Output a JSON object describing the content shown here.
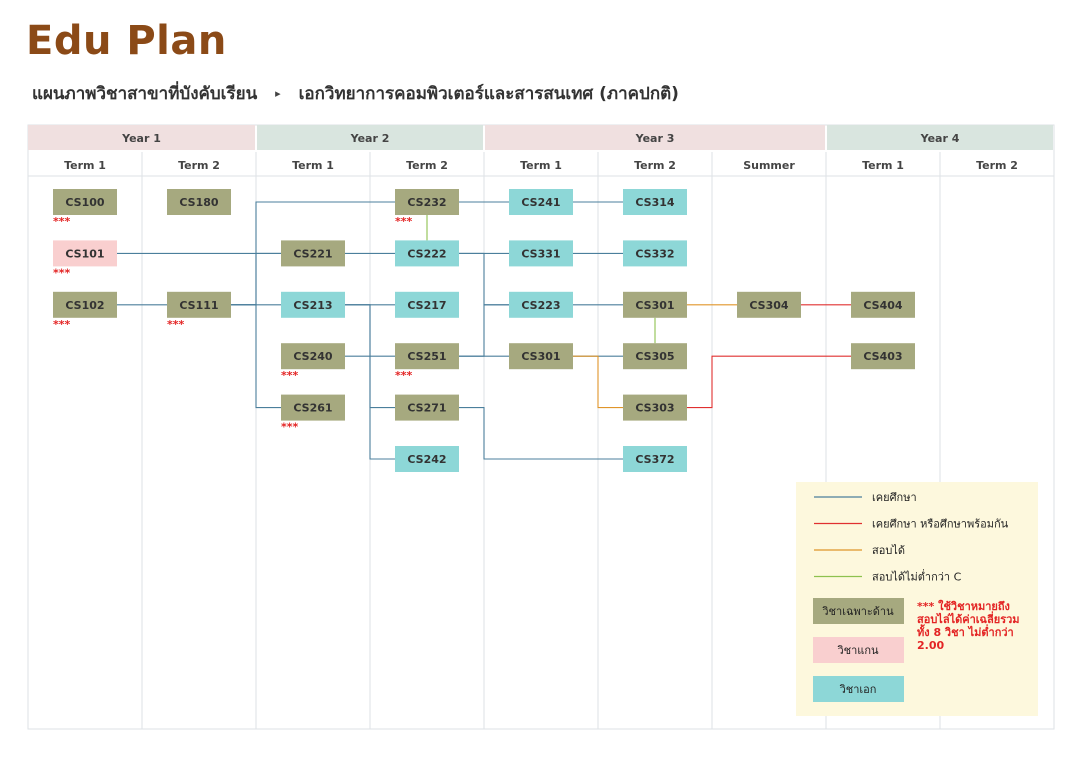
{
  "title": "Edu Plan",
  "breadcrumb": {
    "category": "แผนภาพวิชาสาขาที่บังคับเรียน",
    "separator": "▸",
    "program": "เอกวิทยาการคอมพิวเตอร์และสารสนเทศ (ภาคปกติ)"
  },
  "colors": {
    "specialized": "#a6a97f",
    "core": "#f9cfcf",
    "major": "#8dd7d7",
    "year_odd_bg": "#f0e0e0",
    "year_even_bg": "#d9e5df",
    "line_studied": "#4b7f9c",
    "line_concurrent": "#e03030",
    "line_passed": "#e0952a",
    "line_passed_c": "#8ec14f",
    "asterisk": "#e32424",
    "legend_bg": "#fdf8dd"
  },
  "years": [
    "Year 1",
    "Year 2",
    "Year 3",
    "Year 4"
  ],
  "terms": [
    "Term 1",
    "Term 2",
    "Term 1",
    "Term 2",
    "Term 1",
    "Term 2",
    "Summer",
    "Term 1",
    "Term 2"
  ],
  "courses": [
    {
      "id": "CS100",
      "col": 0,
      "row": 0,
      "type": "specialized",
      "asterisk": true
    },
    {
      "id": "CS180",
      "col": 1,
      "row": 0,
      "type": "specialized",
      "asterisk": false
    },
    {
      "id": "CS232",
      "col": 3,
      "row": 0,
      "type": "specialized",
      "asterisk": true
    },
    {
      "id": "CS241",
      "col": 4,
      "row": 0,
      "type": "major",
      "asterisk": false
    },
    {
      "id": "CS314",
      "col": 5,
      "row": 0,
      "type": "major",
      "asterisk": false
    },
    {
      "id": "CS101",
      "col": 0,
      "row": 1,
      "type": "core",
      "asterisk": true
    },
    {
      "id": "CS221",
      "col": 2,
      "row": 1,
      "type": "specialized",
      "asterisk": false
    },
    {
      "id": "CS222",
      "col": 3,
      "row": 1,
      "type": "major",
      "asterisk": false
    },
    {
      "id": "CS331",
      "col": 4,
      "row": 1,
      "type": "major",
      "asterisk": false
    },
    {
      "id": "CS332",
      "col": 5,
      "row": 1,
      "type": "major",
      "asterisk": false
    },
    {
      "id": "CS102",
      "col": 0,
      "row": 2,
      "type": "specialized",
      "asterisk": true
    },
    {
      "id": "CS111",
      "col": 1,
      "row": 2,
      "type": "specialized",
      "asterisk": true
    },
    {
      "id": "CS213",
      "col": 2,
      "row": 2,
      "type": "major",
      "asterisk": false
    },
    {
      "id": "CS217",
      "col": 3,
      "row": 2,
      "type": "major",
      "asterisk": false
    },
    {
      "id": "CS223",
      "col": 4,
      "row": 2,
      "type": "major",
      "asterisk": false
    },
    {
      "id": "CS301",
      "col": 5,
      "row": 2,
      "type": "specialized",
      "asterisk": false
    },
    {
      "id": "CS304",
      "col": 6,
      "row": 2,
      "type": "specialized",
      "asterisk": false
    },
    {
      "id": "CS404",
      "col": 7,
      "row": 2,
      "type": "specialized",
      "asterisk": false
    },
    {
      "id": "CS240",
      "col": 2,
      "row": 3,
      "type": "specialized",
      "asterisk": true
    },
    {
      "id": "CS251",
      "col": 3,
      "row": 3,
      "type": "specialized",
      "asterisk": true
    },
    {
      "id": "CS301",
      "col": 4,
      "row": 3,
      "type": "specialized",
      "asterisk": false
    },
    {
      "id": "CS305",
      "col": 5,
      "row": 3,
      "type": "specialized",
      "asterisk": false
    },
    {
      "id": "CS403",
      "col": 7,
      "row": 3,
      "type": "specialized",
      "asterisk": false
    },
    {
      "id": "CS261",
      "col": 2,
      "row": 4,
      "type": "specialized",
      "asterisk": true
    },
    {
      "id": "CS271",
      "col": 3,
      "row": 4,
      "type": "specialized",
      "asterisk": false
    },
    {
      "id": "CS303",
      "col": 5,
      "row": 4,
      "type": "specialized",
      "asterisk": false
    },
    {
      "id": "CS242",
      "col": 3,
      "row": 5,
      "type": "major",
      "asterisk": false
    },
    {
      "id": "CS372",
      "col": 5,
      "row": 5,
      "type": "major",
      "asterisk": false
    }
  ],
  "asterisk_text": "***",
  "links": [
    {
      "from": [
        0,
        1
      ],
      "to": [
        2,
        1
      ],
      "kind": "studied"
    },
    {
      "from": [
        0,
        2
      ],
      "to": [
        1,
        2
      ],
      "kind": "studied"
    },
    {
      "from": [
        1,
        2
      ],
      "to": [
        2,
        1
      ],
      "kind": "studied"
    },
    {
      "from": [
        1,
        2
      ],
      "to": [
        2,
        2
      ],
      "kind": "studied"
    },
    {
      "from": [
        1,
        2
      ],
      "to": [
        2,
        4
      ],
      "kind": "studied"
    },
    {
      "from": [
        1,
        2
      ],
      "to": [
        4,
        0
      ],
      "kind": "studied"
    },
    {
      "from": [
        2,
        1
      ],
      "to": [
        3,
        1
      ],
      "kind": "studied"
    },
    {
      "from": [
        2,
        2
      ],
      "to": [
        3,
        2
      ],
      "kind": "studied"
    },
    {
      "from": [
        2,
        2
      ],
      "to": [
        3,
        3
      ],
      "kind": "studied"
    },
    {
      "from": [
        2,
        2
      ],
      "to": [
        3,
        4
      ],
      "kind": "studied"
    },
    {
      "from": [
        2,
        3
      ],
      "to": [
        3,
        5
      ],
      "kind": "studied"
    },
    {
      "from": [
        3,
        0
      ],
      "to": [
        3,
        1
      ],
      "kind": "passed_c"
    },
    {
      "from": [
        3,
        1
      ],
      "to": [
        4,
        1
      ],
      "kind": "studied"
    },
    {
      "from": [
        3,
        1
      ],
      "to": [
        4,
        2
      ],
      "kind": "studied"
    },
    {
      "from": [
        3,
        3
      ],
      "to": [
        4,
        3
      ],
      "kind": "studied"
    },
    {
      "from": [
        3,
        3
      ],
      "to": [
        5,
        2
      ],
      "kind": "studied"
    },
    {
      "from": [
        3,
        4
      ],
      "to": [
        5,
        5
      ],
      "kind": "studied"
    },
    {
      "from": [
        4,
        0
      ],
      "to": [
        5,
        0
      ],
      "kind": "studied"
    },
    {
      "from": [
        4,
        1
      ],
      "to": [
        5,
        1
      ],
      "kind": "studied"
    },
    {
      "from": [
        4,
        3
      ],
      "to": [
        5,
        3
      ],
      "kind": "studied"
    },
    {
      "from": [
        4,
        3
      ],
      "to": [
        5,
        4
      ],
      "kind": "passed"
    },
    {
      "from": [
        5,
        2
      ],
      "to": [
        5,
        3
      ],
      "kind": "passed_c"
    },
    {
      "from": [
        5,
        2
      ],
      "to": [
        6,
        2
      ],
      "kind": "passed"
    },
    {
      "from": [
        6,
        2
      ],
      "to": [
        7,
        2
      ],
      "kind": "concurrent"
    },
    {
      "from": [
        5,
        4
      ],
      "to": [
        7,
        3
      ],
      "kind": "concurrent"
    }
  ],
  "legend": {
    "lines": [
      {
        "kind": "studied",
        "label": "เคยศึกษา"
      },
      {
        "kind": "concurrent",
        "label": "เคยศึกษา หรือศึกษาพร้อมกัน"
      },
      {
        "kind": "passed",
        "label": "สอบได้"
      },
      {
        "kind": "passed_c",
        "label": "สอบได้ไม่ต่ำกว่า C"
      }
    ],
    "types": [
      {
        "type": "specialized",
        "label": "วิชาเฉพาะด้าน"
      },
      {
        "type": "core",
        "label": "วิชาแกน"
      },
      {
        "type": "major",
        "label": "วิชาเอก"
      }
    ],
    "note_lines": [
      "*** ใช้วิชาหมายถึง",
      "สอบไล่ได้ค่าเฉลี่ยรวม",
      "ทั้ง 8 วิชา ไม่ต่ำกว่า",
      "2.00"
    ]
  }
}
